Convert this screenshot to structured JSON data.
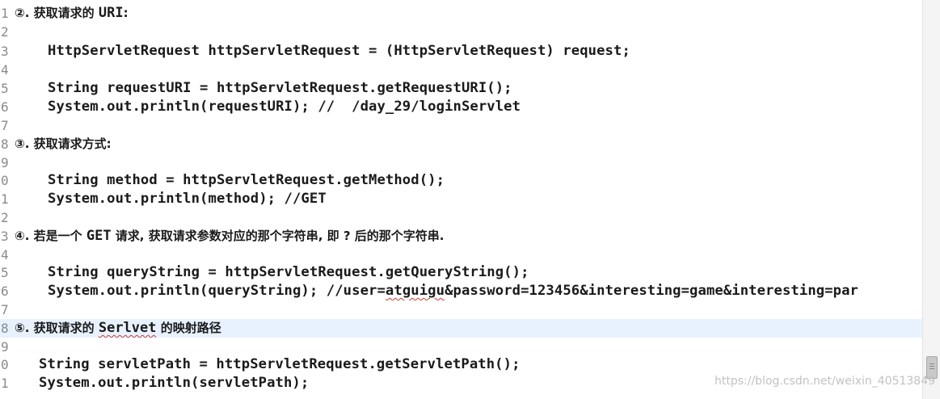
{
  "lines": [
    {
      "num": "1",
      "kind": "comment",
      "marker": "②",
      "prefix": ". 获取请求的 ",
      "latin": "URI",
      "suffix": ":"
    },
    {
      "num": "2",
      "kind": "blank"
    },
    {
      "num": "3",
      "kind": "code",
      "text": "HttpServletRequest httpServletRequest = (HttpServletRequest) request;"
    },
    {
      "num": "4",
      "kind": "blank"
    },
    {
      "num": "5",
      "kind": "code",
      "text": "String requestURI = httpServletRequest.getRequestURI();"
    },
    {
      "num": "6",
      "kind": "code",
      "text": "System.out.println(requestURI); //  /day_29/loginServlet"
    },
    {
      "num": "7",
      "kind": "blank"
    },
    {
      "num": "8",
      "kind": "comment",
      "marker": "③",
      "prefix": ". 获取请求方式:",
      "latin": "",
      "suffix": ""
    },
    {
      "num": "9",
      "kind": "blank"
    },
    {
      "num": "0",
      "kind": "code",
      "text": "String method = httpServletRequest.getMethod();"
    },
    {
      "num": "1",
      "kind": "code",
      "text": "System.out.println(method); //GET"
    },
    {
      "num": "2",
      "kind": "blank"
    },
    {
      "num": "3",
      "kind": "comment",
      "marker": "④",
      "prefix": ". 若是一个 ",
      "latin": "GET",
      "suffix": " 请求, 获取请求参数对应的那个字符串, 即 ? 后的那个字符串."
    },
    {
      "num": "4",
      "kind": "blank"
    },
    {
      "num": "5",
      "kind": "code",
      "text": "String queryString = httpServletRequest.getQueryString();"
    },
    {
      "num": "6",
      "kind": "code_mixed",
      "before": "System.out.println(queryString); //user=",
      "squiggle": "atguigu",
      "after": "&password=123456&interesting=game&interesting=par"
    },
    {
      "num": "7",
      "kind": "blank"
    },
    {
      "num": "8",
      "kind": "comment",
      "marker": "⑤",
      "prefix": ". 获取请求的 ",
      "latin": "Serlvet",
      "suffix": " 的映射路径",
      "highlight": true
    },
    {
      "num": "9",
      "kind": "blank"
    },
    {
      "num": "0",
      "kind": "code",
      "text": "String servletPath = httpServletRequest.getServletPath();",
      "indent": "small"
    },
    {
      "num": "1",
      "kind": "code",
      "text": "System.out.println(servletPath);",
      "indent": "small"
    }
  ],
  "watermark": "https://blog.csdn.net/weixin_40513849"
}
